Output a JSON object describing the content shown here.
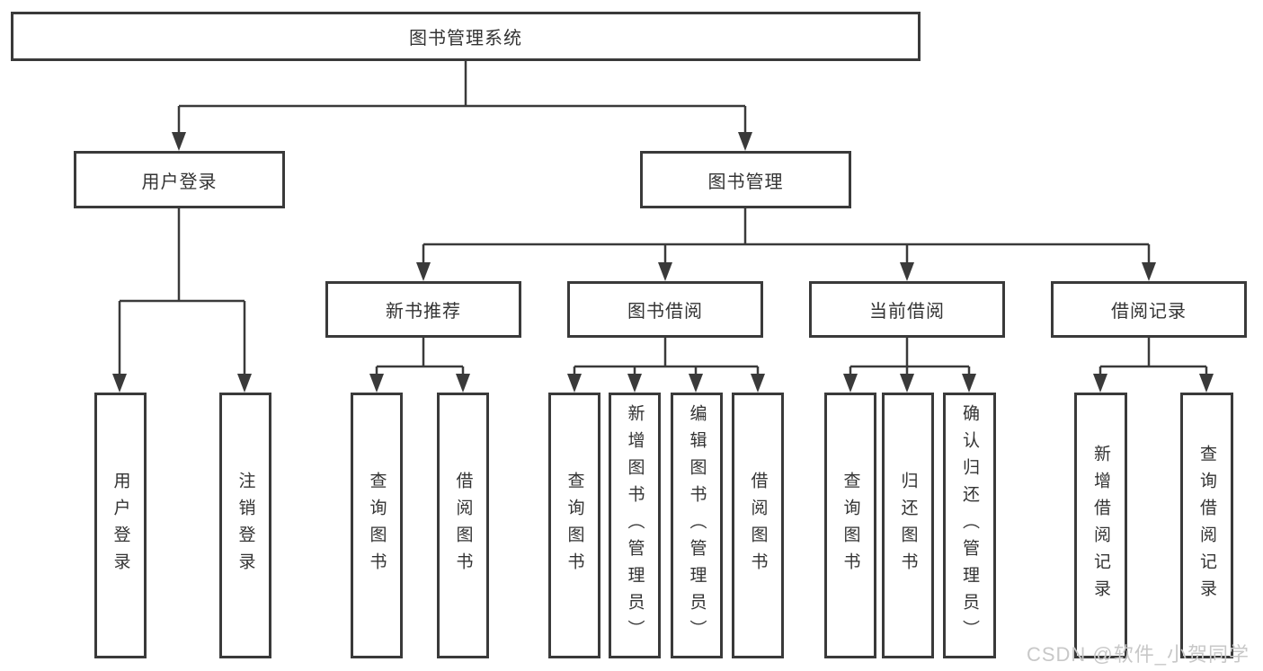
{
  "diagram": {
    "type": "tree",
    "root": {
      "label": "图书管理系统",
      "children": [
        {
          "label": "用户登录",
          "children": [
            {
              "label": "用户登录"
            },
            {
              "label": "注销登录"
            }
          ]
        },
        {
          "label": "图书管理",
          "children": [
            {
              "label": "新书推荐",
              "children": [
                {
                  "label": "查询图书"
                },
                {
                  "label": "借阅图书"
                }
              ]
            },
            {
              "label": "图书借阅",
              "children": [
                {
                  "label": "查询图书"
                },
                {
                  "label": "新增图书（管理员）"
                },
                {
                  "label": "编辑图书（管理员）"
                },
                {
                  "label": "借阅图书"
                }
              ]
            },
            {
              "label": "当前借阅",
              "children": [
                {
                  "label": "查询图书"
                },
                {
                  "label": "归还图书"
                },
                {
                  "label": "确认归还（管理员）"
                }
              ]
            },
            {
              "label": "借阅记录",
              "children": [
                {
                  "label": "新增借阅记录"
                },
                {
                  "label": "查询借阅记录"
                }
              ]
            }
          ]
        }
      ]
    }
  },
  "watermark": "CSDN @软件_小贺同学",
  "colors": {
    "line": "#3a3a3a",
    "box_border": "#3a3a3a",
    "text": "#333333",
    "watermark": "#c8c8c8",
    "background": "#ffffff"
  }
}
